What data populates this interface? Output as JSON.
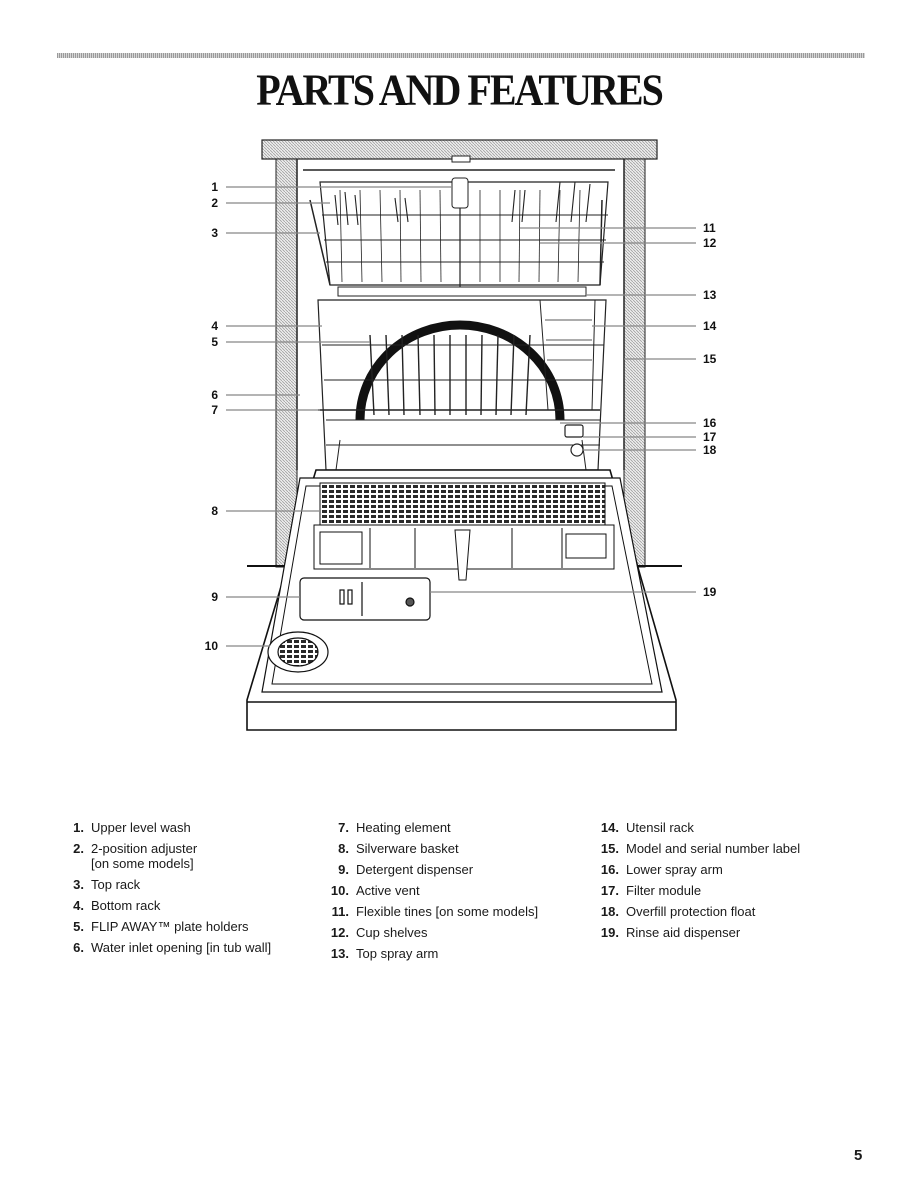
{
  "page": {
    "title": "PARTS AND FEATURES",
    "page_number": "5"
  },
  "legend": {
    "col1": [
      {
        "num": "1.",
        "label": "Upper level wash"
      },
      {
        "num": "2.",
        "label": "2-position adjuster\n[on some models]"
      },
      {
        "num": "3.",
        "label": "Top rack"
      },
      {
        "num": "4.",
        "label": "Bottom rack"
      },
      {
        "num": "5.",
        "label": "FLIP AWAY™ plate holders"
      },
      {
        "num": "6.",
        "label": "Water inlet opening [in tub wall]"
      }
    ],
    "col2": [
      {
        "num": "7.",
        "label": "Heating element"
      },
      {
        "num": "8.",
        "label": "Silverware basket"
      },
      {
        "num": "9.",
        "label": "Detergent dispenser"
      },
      {
        "num": "10.",
        "label": "Active vent"
      },
      {
        "num": "11.",
        "label": "Flexible tines [on some models]"
      },
      {
        "num": "12.",
        "label": "Cup shelves"
      },
      {
        "num": "13.",
        "label": "Top spray arm"
      }
    ],
    "col3": [
      {
        "num": "14.",
        "label": "Utensil rack"
      },
      {
        "num": "15.",
        "label": "Model and serial number label"
      },
      {
        "num": "16.",
        "label": "Lower spray arm"
      },
      {
        "num": "17.",
        "label": "Filter module"
      },
      {
        "num": "18.",
        "label": "Overfill protection float"
      },
      {
        "num": "19.",
        "label": "Rinse aid dispenser"
      }
    ]
  },
  "callouts": {
    "left": [
      "1",
      "2",
      "3",
      "4",
      "5",
      "6",
      "7",
      "8",
      "9",
      "10"
    ],
    "right": [
      "11",
      "12",
      "13",
      "14",
      "15",
      "16",
      "17",
      "18",
      "19"
    ]
  }
}
